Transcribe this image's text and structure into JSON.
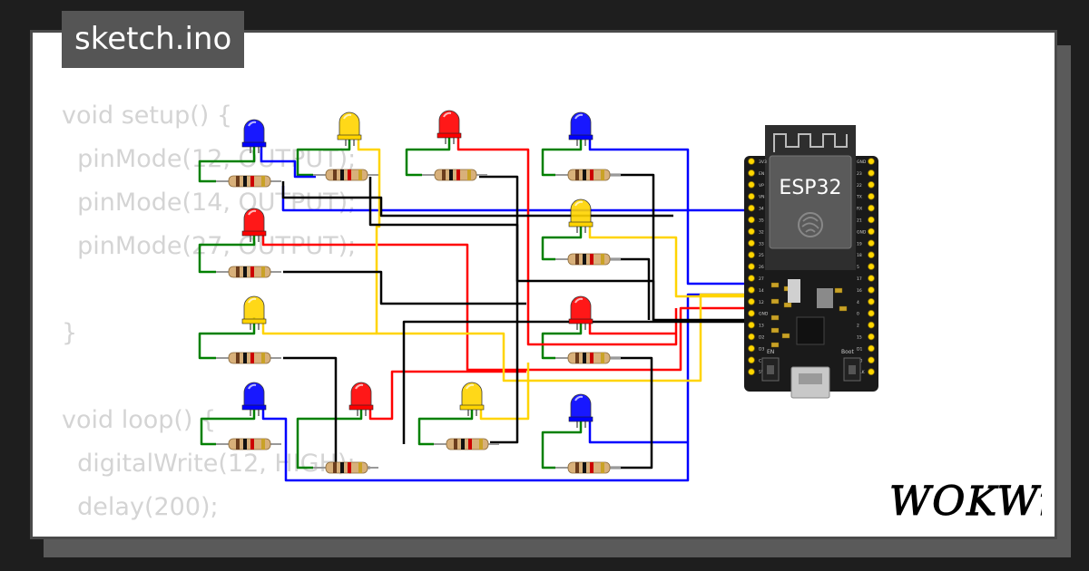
{
  "file_tab": "sketch.ino",
  "code_lines": [
    "void setup() {",
    "  pinMode(12, OUTPUT);",
    "  pinMode(14, OUTPUT);",
    "  pinMode(27, OUTPUT);",
    "",
    "}",
    "",
    "void loop() {",
    "  digitalWrite(12, HIGH);",
    "  delay(200);"
  ],
  "board": {
    "label": "ESP32",
    "en_label": "EN",
    "boot_label": "Boot",
    "left_pins": [
      "3V3",
      "EN",
      "VP",
      "VN",
      "34",
      "35",
      "32",
      "33",
      "25",
      "26",
      "27",
      "14",
      "12",
      "GND",
      "13",
      "D2",
      "D3",
      "CMD",
      "5V"
    ],
    "right_pins": [
      "GND",
      "23",
      "22",
      "TX",
      "RX",
      "21",
      "GND",
      "19",
      "18",
      "5",
      "17",
      "16",
      "4",
      "0",
      "2",
      "15",
      "D1",
      "D0",
      "CLK"
    ]
  },
  "brand": "WOKWi",
  "colors": {
    "blue": "#0000ff",
    "red": "#ff0000",
    "yellow": "#ffd400",
    "green": "#008000",
    "black": "#000000",
    "board": "#1a1a1a",
    "pin": "#ffd700"
  }
}
